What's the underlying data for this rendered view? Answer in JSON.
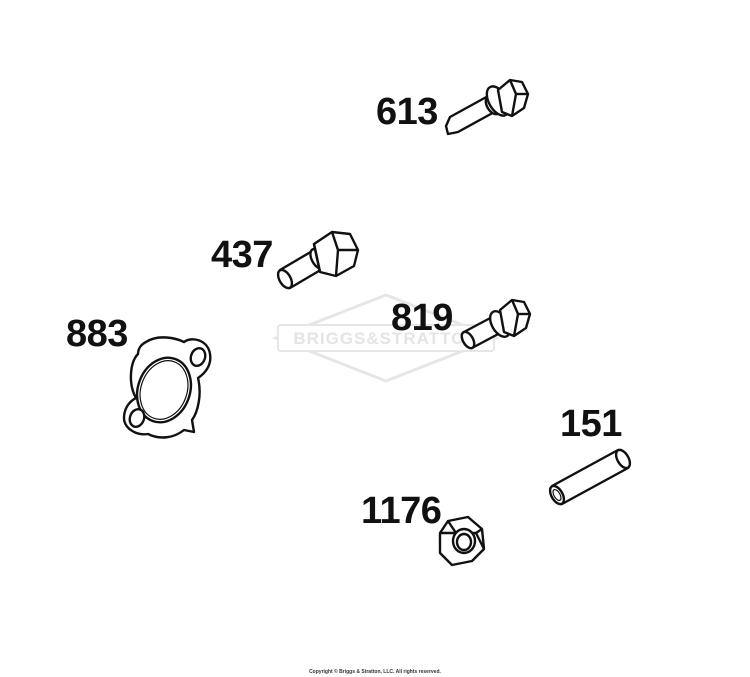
{
  "parts": {
    "p613": {
      "label": "613"
    },
    "p437": {
      "label": "437"
    },
    "p819": {
      "label": "819"
    },
    "p883": {
      "label": "883"
    },
    "p151": {
      "label": "151"
    },
    "p1176": {
      "label": "1176"
    }
  },
  "watermark": {
    "text": "BRIGGS&STRATTON"
  },
  "footer": {
    "copyright": "Copyright © Briggs & Stratton, LLC. All rights reserved."
  },
  "colors": {
    "line": "#111111",
    "watermark": "#e4e4e4",
    "background": "#ffffff"
  }
}
